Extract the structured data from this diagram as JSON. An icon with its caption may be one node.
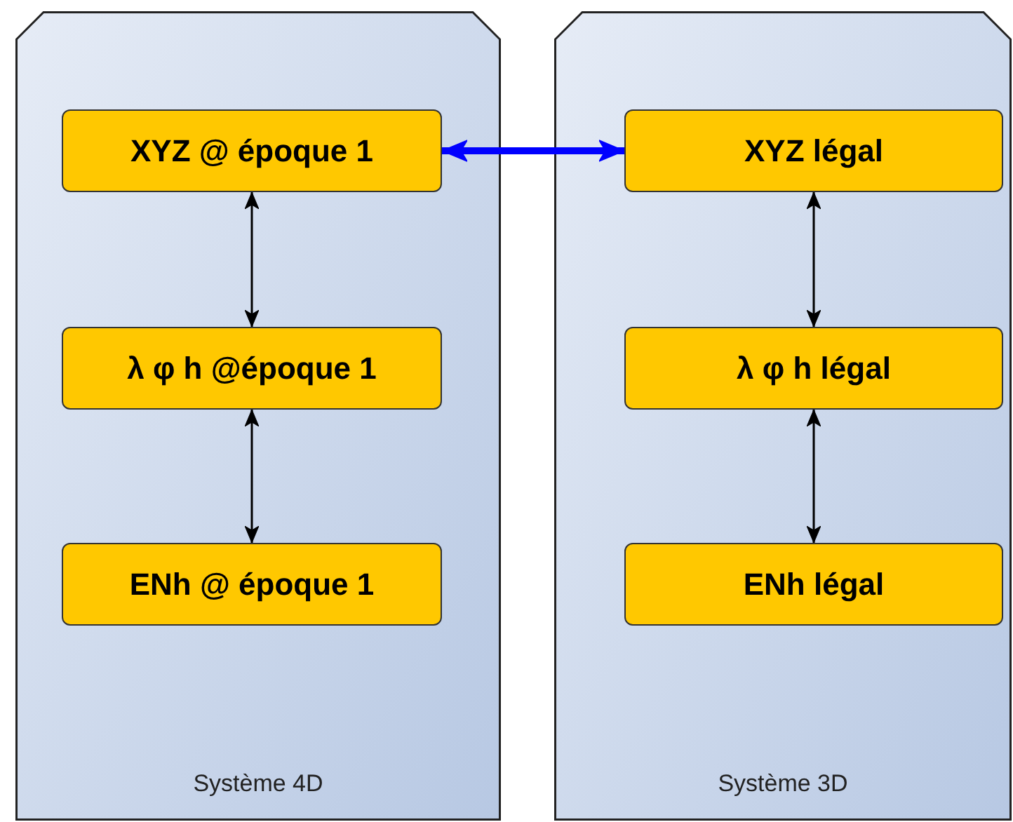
{
  "diagram": {
    "nodes": [
      {
        "text": [
          "Système 4D"
        ]
      },
      {
        "text": [
          "XYZ @ époque 1"
        ],
        "in": 0
      },
      {
        "text": [
          "λ φ h @époque 1"
        ],
        "in": 0
      },
      {
        "text": [
          "ENh @ époque 1"
        ],
        "in": 0
      },
      {
        "text": [
          "Système 3D"
        ]
      },
      {
        "text": [
          "XYZ légal"
        ],
        "in": 4
      },
      {
        "text": [
          "λ φ h légal"
        ],
        "in": 4
      },
      {
        "text": [
          "ENh légal"
        ],
        "in": 4
      }
    ],
    "edges": [
      {
        "from": 1,
        "to": 5,
        "arrow": "both",
        "style": "thick",
        "color": "#0000ff"
      },
      {
        "from": 1,
        "to": 2,
        "arrow": "both"
      },
      {
        "from": 2,
        "to": 3,
        "arrow": "both"
      },
      {
        "from": 5,
        "to": 6,
        "arrow": "both"
      },
      {
        "from": 6,
        "to": 7,
        "arrow": "both"
      }
    ]
  }
}
